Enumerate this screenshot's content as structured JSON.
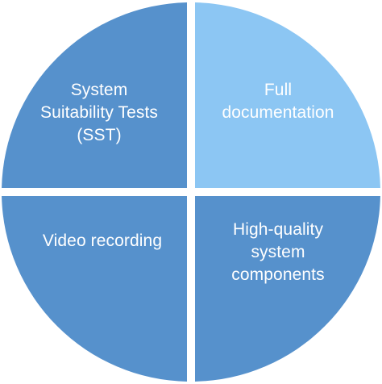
{
  "diagram": {
    "quadrants": [
      {
        "id": "top-left",
        "lines": [
          "System",
          "Suitability Tests",
          "(SST)"
        ],
        "color": "#5691CC"
      },
      {
        "id": "top-right",
        "lines": [
          "Full",
          "documentation"
        ],
        "color": "#8CC6F3"
      },
      {
        "id": "bottom-left",
        "lines": [
          "Video recording"
        ],
        "color": "#5691CC"
      },
      {
        "id": "bottom-right",
        "lines": [
          "High-quality",
          "system",
          "components"
        ],
        "color": "#5691CC"
      }
    ],
    "gap_color": "#FFFFFF",
    "text_color": "#FFFFFF"
  }
}
